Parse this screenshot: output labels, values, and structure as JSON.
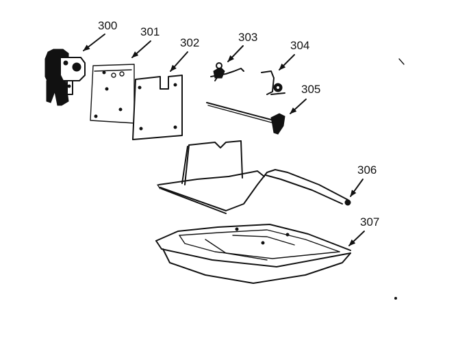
{
  "parts": [
    {
      "number": "300",
      "icon": "motor-icon"
    },
    {
      "number": "301",
      "icon": "plate-icon"
    },
    {
      "number": "302",
      "icon": "cover-plate-icon"
    },
    {
      "number": "303",
      "icon": "switch-icon"
    },
    {
      "number": "304",
      "icon": "switch-icon"
    },
    {
      "number": "305",
      "icon": "shaft-icon"
    },
    {
      "number": "306",
      "icon": "rack-icon"
    },
    {
      "number": "307",
      "icon": "pan-icon"
    }
  ]
}
